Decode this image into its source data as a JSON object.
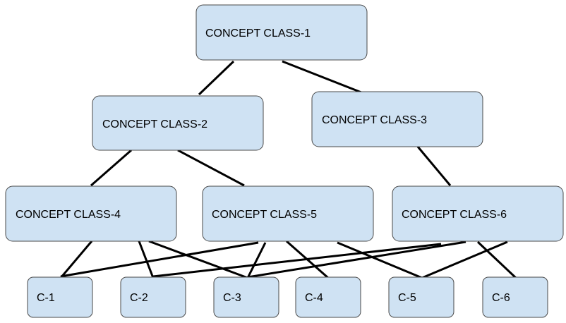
{
  "diagram": {
    "nodes": {
      "cc1": "CONCEPT CLASS-1",
      "cc2": "CONCEPT CLASS-2",
      "cc3": "CONCEPT CLASS-3",
      "cc4": "CONCEPT CLASS-4",
      "cc5": "CONCEPT CLASS-5",
      "cc6": "CONCEPT CLASS-6",
      "c1": "C-1",
      "c2": "C-2",
      "c3": "C-3",
      "c4": "C-4",
      "c5": "C-5",
      "c6": "C-6"
    },
    "edges": [
      [
        "cc1",
        "cc2"
      ],
      [
        "cc1",
        "cc3"
      ],
      [
        "cc2",
        "cc4"
      ],
      [
        "cc2",
        "cc5"
      ],
      [
        "cc3",
        "cc6"
      ],
      [
        "cc4",
        "c1"
      ],
      [
        "cc4",
        "c2"
      ],
      [
        "cc4",
        "c3"
      ],
      [
        "cc5",
        "c1"
      ],
      [
        "cc5",
        "c3"
      ],
      [
        "cc5",
        "c4"
      ],
      [
        "cc5",
        "c5"
      ],
      [
        "cc6",
        "c2"
      ],
      [
        "cc6",
        "c3"
      ],
      [
        "cc6",
        "c5"
      ],
      [
        "cc6",
        "c6"
      ]
    ],
    "colors": {
      "node_fill": "#cfe2f3",
      "node_border": "#4a4a4a",
      "edge": "#000000"
    }
  }
}
